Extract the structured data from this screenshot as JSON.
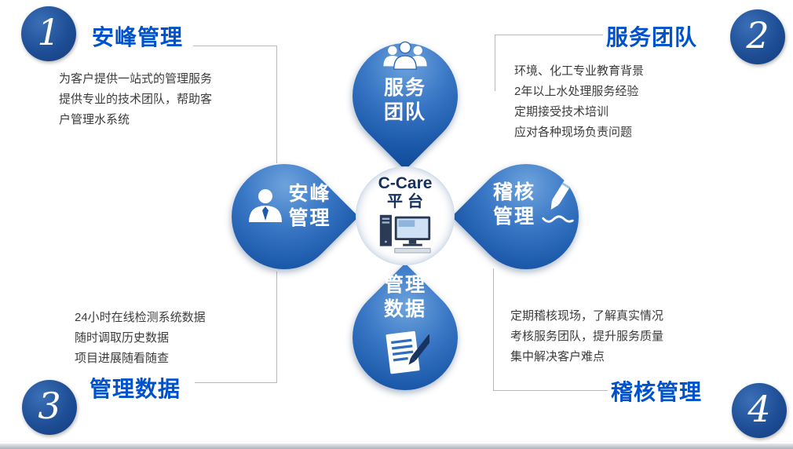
{
  "corners": [
    {
      "number": "1",
      "title": "安峰管理",
      "lines": [
        "为客户提供一站式的管理服务",
        "提供专业的技术团队，帮助客",
        "户管理水系统"
      ]
    },
    {
      "number": "2",
      "title": "服务团队",
      "lines": [
        "环境、化工专业教育背景",
        "2年以上水处理服务经验",
        "定期接受技术培训",
        "应对各种现场负责问题"
      ]
    },
    {
      "number": "3",
      "title": "管理数据",
      "lines": [
        "24小时在线检测系统数据",
        "随时调取历史数据",
        "项目进展随看随查"
      ]
    },
    {
      "number": "4",
      "title": "稽核管理",
      "lines": [
        "定期稽核现场，了解真实情况",
        "考核服务团队，提升服务质量",
        "集中解决客户难点"
      ]
    }
  ],
  "petals": {
    "top": {
      "line1": "服务",
      "line2": "团队",
      "icon": "team-icon"
    },
    "left": {
      "line1": "安峰",
      "line2": "管理",
      "icon": "person-icon"
    },
    "right": {
      "line1": "稽核",
      "line2": "管理",
      "icon": "pencil-icon"
    },
    "bottom": {
      "line1": "管理",
      "line2": "数据",
      "icon": "document-icon"
    }
  },
  "center": {
    "title": "C-Care",
    "subtitle": "平台",
    "icon": "computer-icon"
  },
  "colors": {
    "petal_blue": "#2e6cbe",
    "heading_blue": "#0052cc",
    "number_circle_navy": "#1e4e96",
    "body_text": "#3c3c3c"
  }
}
